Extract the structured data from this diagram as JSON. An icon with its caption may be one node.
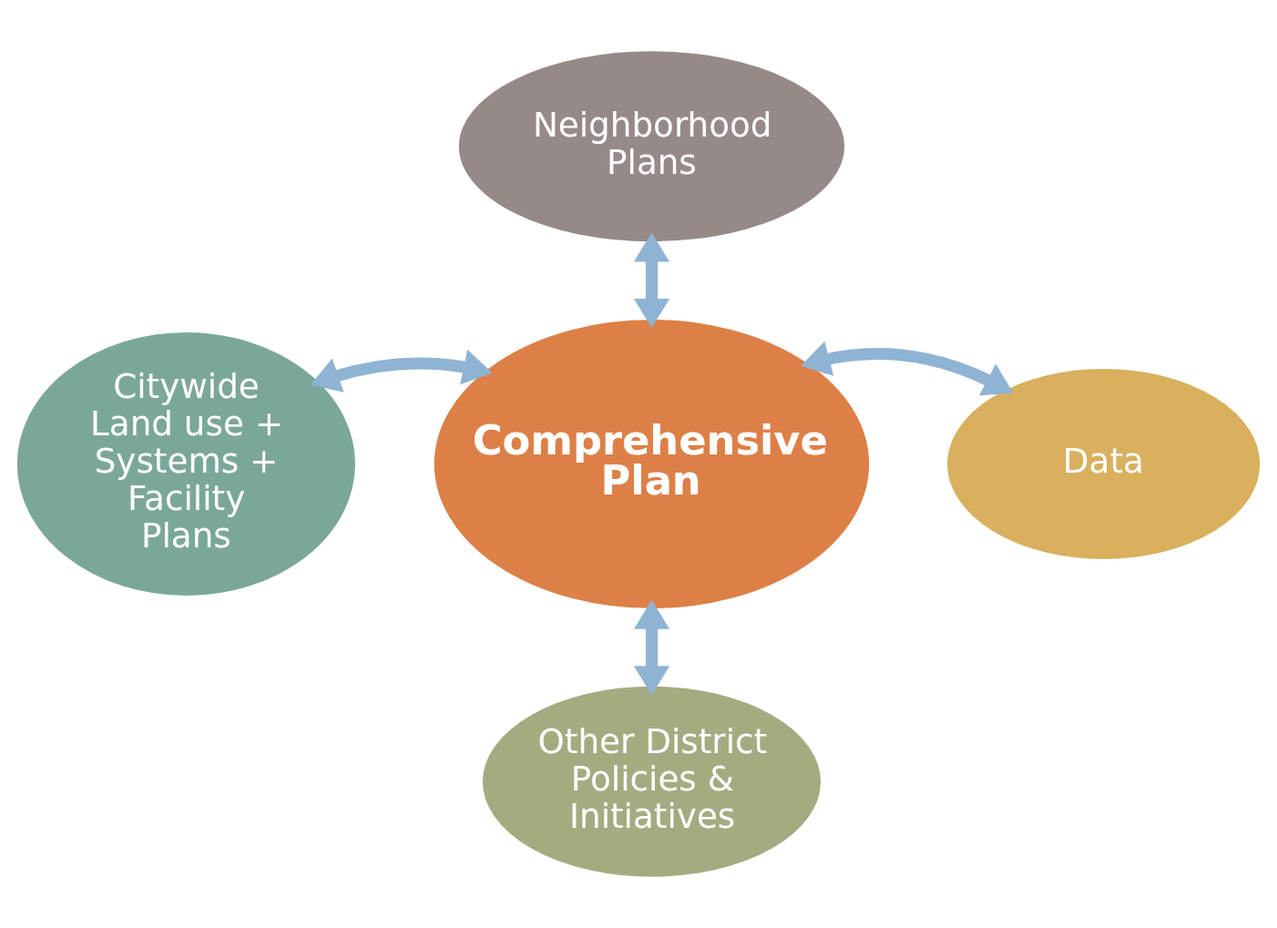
{
  "diagram": {
    "nodes": [
      {
        "text": [
          "Neighborhood Plans"
        ]
      },
      {
        "text": [
          "Citywide Land use + Systems + Facility Plans"
        ]
      },
      {
        "text": [
          "Comprehensive Plan"
        ]
      },
      {
        "text": [
          "Data"
        ]
      },
      {
        "text": [
          "Other District Policies & Initiatives"
        ]
      }
    ],
    "edges": [
      {
        "from": 0,
        "to": 2,
        "arrow": "both"
      },
      {
        "from": 1,
        "to": 2,
        "arrow": "both"
      },
      {
        "from": 2,
        "to": 3,
        "arrow": "both"
      },
      {
        "from": 2,
        "to": 4,
        "arrow": "both"
      }
    ]
  }
}
